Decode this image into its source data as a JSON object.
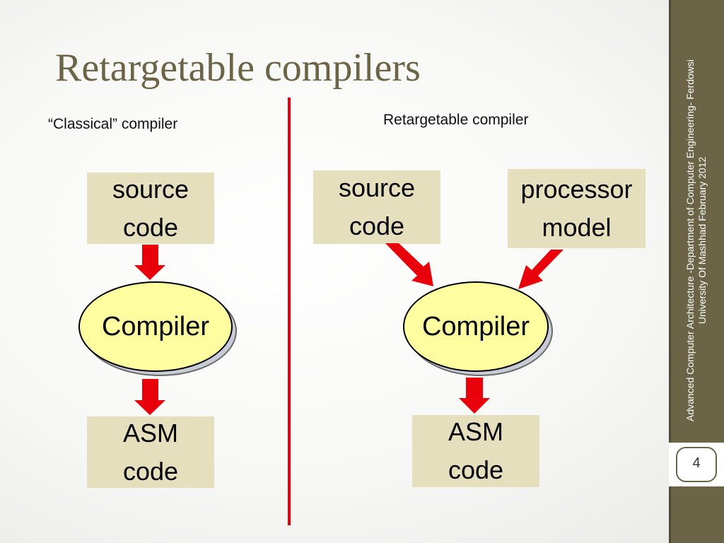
{
  "slide": {
    "title": "Retargetable compilers",
    "footer": "Advanced Computer Architecture -Department of Computer Engineering- Ferdowsi University Of Mashhad February 2012",
    "page_number": "4"
  },
  "left": {
    "heading": "“Classical” compiler",
    "source_box": "source\ncode",
    "compiler": "Compiler",
    "output_box": "ASM\ncode"
  },
  "right": {
    "heading": "Retargetable compiler",
    "source_box": "source\ncode",
    "processor_box": "processor\nmodel",
    "compiler": "Compiler",
    "output_box": "ASM\ncode"
  },
  "colors": {
    "arrow": "#e8000b",
    "box_fill": "#e6dfbe",
    "ellipse_fill": "#fefea0",
    "sidebar": "#6b6446"
  }
}
